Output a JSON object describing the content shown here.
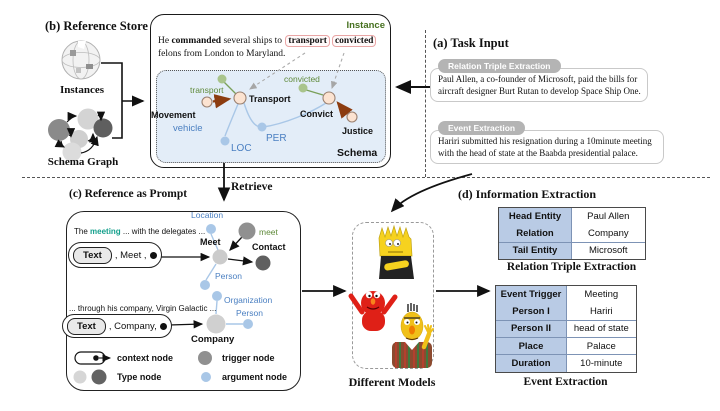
{
  "panel_b": {
    "title": "(b) Reference Store",
    "instances_label": "Instances",
    "schema_graph_label": "Schema Graph"
  },
  "instance_box": {
    "tag": "Instance",
    "sentence": {
      "p1": "He ",
      "p2": "commanded",
      "p3": " several ships to ",
      "hl1": "transport",
      "hl2": "convicted",
      "p4": "felons from London to Maryland."
    },
    "schema_tag": "Schema",
    "labels": {
      "transport_trigger": "transport",
      "movement": "Movement",
      "vehicle": "vehicle",
      "transport_event": "Transport",
      "loc": "LOC",
      "per": "PER",
      "convicted_trigger": "convicted",
      "convict_event": "Convict",
      "justice": "Justice"
    }
  },
  "panel_a": {
    "title": "(a) Task Input",
    "items": [
      {
        "badge": "Relation Triple Extraction",
        "line1": "Paul Allen, a co-founder of Microsoft, paid the bills for",
        "line2": "aircraft designer Burt Rutan to develop Space Ship One."
      },
      {
        "badge": "Event Extraction",
        "line1": "Hariri submitted his resignation during a 10minute meeting",
        "line2": "with the head of state at the Baabda presidential palace."
      }
    ]
  },
  "panel_c": {
    "title": "(c) Reference as Prompt",
    "retrieve_label": "Retrieve",
    "example1": {
      "context_pre": "The ",
      "context_hl": "meeting",
      "context_post": " ... with the delegates ...",
      "button": "Text",
      "suffix": ", Meet ,"
    },
    "graph1": {
      "location": "Location",
      "meet_type": "Meet",
      "meet_trigger": "meet",
      "contact": "Contact",
      "person": "Person"
    },
    "example2": {
      "context": "... through his company, Virgin Galactic ...",
      "button": "Text",
      "suffix": ", Company,"
    },
    "graph2": {
      "organization": "Organization",
      "person": "Person",
      "company": "Company"
    },
    "legend": {
      "context": "context node",
      "trigger": "trigger node",
      "type": "Type node",
      "argument": "argument node"
    }
  },
  "models": {
    "label": "Different Models"
  },
  "panel_d": {
    "title": "(d) Information Extraction",
    "relation_table": {
      "rows": [
        {
          "key": "Head Entity",
          "value": "Paul Allen"
        },
        {
          "key": "Relation",
          "value": "Company"
        },
        {
          "key": "Tail Entity",
          "value": "Microsoft"
        }
      ],
      "caption": "Relation Triple Extraction"
    },
    "event_table": {
      "rows": [
        {
          "key": "Event Trigger",
          "value": "Meeting"
        },
        {
          "key": "Person I",
          "value": "Hariri"
        },
        {
          "key": "Person II",
          "value": "head of state"
        },
        {
          "key": "Place",
          "value": "Palace"
        },
        {
          "key": "Duration",
          "value": "10-minute"
        }
      ],
      "caption": "Event Extraction"
    }
  },
  "colors": {
    "accent_green": "#5f8a3a",
    "accent_blue": "#4a7fc1",
    "accent_teal": "#14a08c",
    "table_header": "#b9cbe5",
    "schema_bg": "#e3edf8",
    "badge_bg": "#b4b4b4",
    "brown_arrow": "#8c3c10",
    "node_peach": "#fce3d1",
    "node_blue": "#a9c7e7",
    "highlight_pink": "#e9a6a6"
  }
}
